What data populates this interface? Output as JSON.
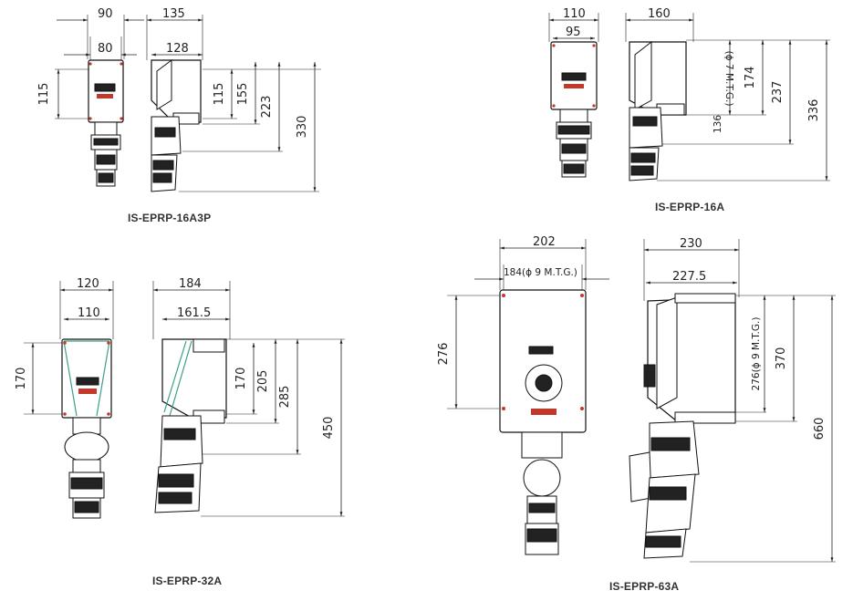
{
  "products": [
    {
      "caption": "IS-EPRP-16A3P",
      "front_dims": {
        "overall_width": "90",
        "mounting_width": "80",
        "mounting_height": "115"
      },
      "side_dims": {
        "depth": "135",
        "inner_depth": "128",
        "h1": "115",
        "h2": "155",
        "h3": "223",
        "h4": "330"
      }
    },
    {
      "caption": "IS-EPRP-16A",
      "front_dims": {
        "overall_width": "110",
        "mounting_width": "95"
      },
      "side_dims": {
        "depth": "160",
        "mounting_hole": "(ϕ 7 M.T.G.)",
        "hole_spacing": "136",
        "h1": "174",
        "h2": "237",
        "h3": "336"
      }
    },
    {
      "caption": "IS-EPRP-32A",
      "front_dims": {
        "overall_width": "120",
        "mounting_width": "110",
        "mounting_height": "170"
      },
      "side_dims": {
        "depth": "184",
        "inner_depth": "161.5",
        "h1": "170",
        "h2": "205",
        "h3": "285",
        "h4": "450"
      }
    },
    {
      "caption": "IS-EPRP-63A",
      "front_dims": {
        "overall_width": "202",
        "mounting_hole": "184(ϕ 9 M.T.G.)",
        "mounting_height": "276"
      },
      "side_dims": {
        "depth": "230",
        "inner_depth": "227.5",
        "mounting_hole": "276(ϕ 9 M.T.G.)",
        "h1": "370",
        "h2": "660"
      }
    }
  ]
}
